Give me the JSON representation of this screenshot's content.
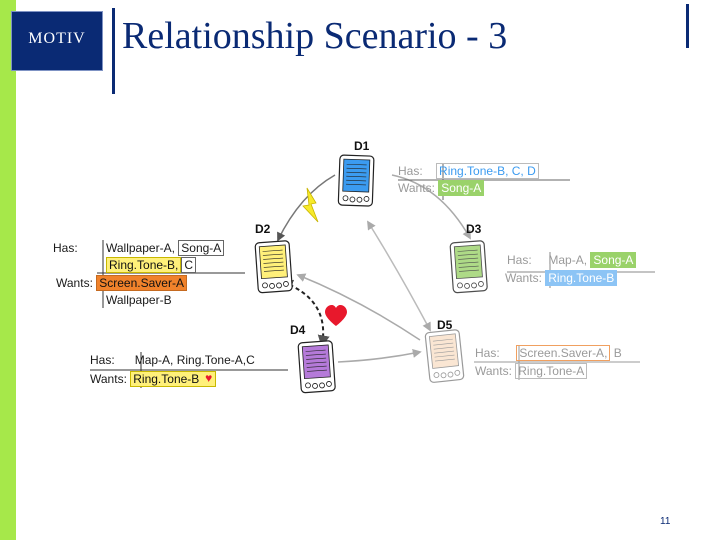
{
  "header": {
    "logo_text": "MOTIV",
    "title": "Relationship Scenario - 3",
    "page_number": "11"
  },
  "colors": {
    "brand_navy": "#0a2a74",
    "accent_green": "#a6e84a",
    "tag_blue": "#3b9bf0",
    "tag_green": "#9ad26a",
    "tag_orange": "#f0822b",
    "tag_yellow": "#fff07a",
    "heart_red": "#e8182c",
    "bolt_yellow": "#f7ea2a"
  },
  "devices": {
    "d1": {
      "label": "D1",
      "screen_color": "#3b9bf0",
      "has_label": "Has:",
      "has_items": "Ring.Tone-B, C, D",
      "wants_label": "Wants:",
      "wants_items": "Song-A"
    },
    "d2": {
      "label": "D2",
      "screen_color": "#fff07a",
      "has_label": "Has:",
      "has_line1_a": "Wallpaper-A,",
      "has_line1_b": "Song-A",
      "has_line2_a": "Ring.Tone-B,",
      "has_line2_b": "C",
      "wants_label": "Wants:",
      "wants_line1": "Screen.Saver-A",
      "wants_line2": "Wallpaper-B"
    },
    "d3": {
      "label": "D3",
      "screen_color": "#9ad26a",
      "has_label": "Has:",
      "has_a": "Map-A,",
      "has_b": "Song-A",
      "wants_label": "Wants:",
      "wants_items": "Ring.Tone-B"
    },
    "d4": {
      "label": "D4",
      "screen_color": "#b57ad9",
      "has_label": "Has:",
      "has_items": "Map-A, Ring.Tone-A,C",
      "wants_label": "Wants:",
      "wants_items": "Ring.Tone-B"
    },
    "d5": {
      "label": "D5",
      "screen_color": "#f5c9a0",
      "has_label": "Has:",
      "has_a": "Screen.Saver-A,",
      "has_b": "B",
      "wants_label": "Wants:",
      "wants_items": "Ring.Tone-A"
    }
  }
}
